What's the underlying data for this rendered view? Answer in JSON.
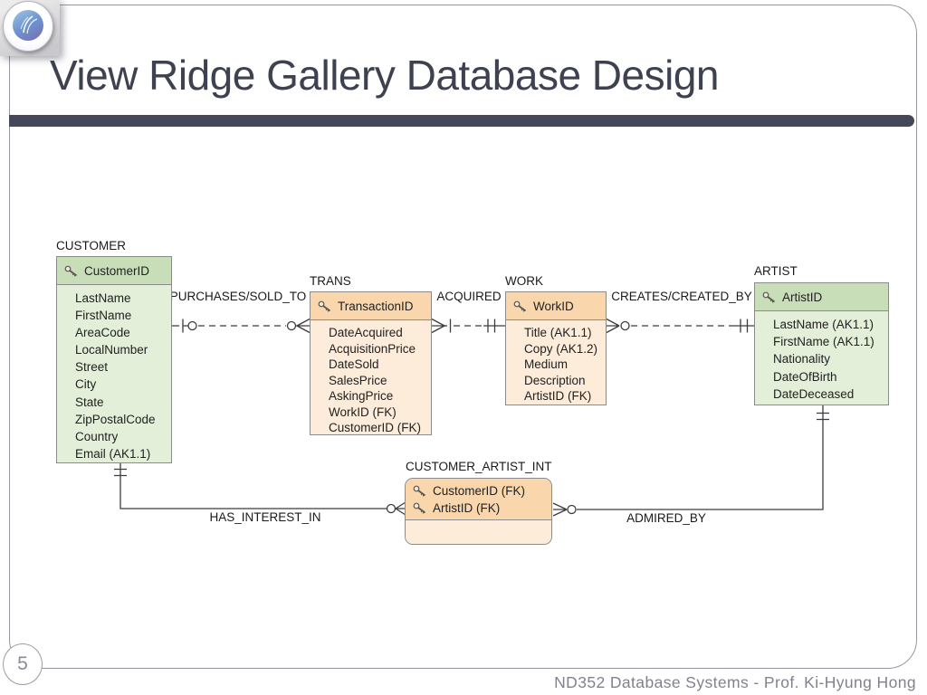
{
  "slide": {
    "title": "View Ridge Gallery Database Design",
    "page_number": "5",
    "footer": "ND352 Database Systems - Prof. Ki-Hyung Hong"
  },
  "colors": {
    "title_text": "#3e4150",
    "divider_bar": "#454858",
    "green_header": "#c8deb8",
    "green_body": "#e3efd8",
    "orange_header": "#f9d6ac",
    "orange_body": "#fcecd9",
    "entity_border": "#8b8b8b",
    "line_color": "#3c3c3c",
    "footer_text": "#82828e"
  },
  "diagram": {
    "entities": [
      {
        "name": "CUSTOMER",
        "color": "green",
        "keys": [
          "CustomerID"
        ],
        "fields": [
          "LastName",
          "FirstName",
          "AreaCode",
          "LocalNumber",
          "Street",
          "City",
          "State",
          "ZipPostalCode",
          "Country",
          "Email (AK1.1)"
        ]
      },
      {
        "name": "TRANS",
        "color": "orange",
        "keys": [
          "TransactionID"
        ],
        "fields": [
          "DateAcquired",
          "AcquisitionPrice",
          "DateSold",
          "SalesPrice",
          "AskingPrice",
          "WorkID (FK)",
          "CustomerID (FK)"
        ]
      },
      {
        "name": "WORK",
        "color": "orange",
        "keys": [
          "WorkID"
        ],
        "fields": [
          "Title (AK1.1)",
          "Copy (AK1.2)",
          "Medium",
          "Description",
          "ArtistID (FK)"
        ]
      },
      {
        "name": "ARTIST",
        "color": "green",
        "keys": [
          "ArtistID"
        ],
        "fields": [
          "LastName (AK1.1)",
          "FirstName (AK1.1)",
          "Nationality",
          "DateOfBirth",
          "DateDeceased"
        ]
      },
      {
        "name": "CUSTOMER_ARTIST_INT",
        "color": "orange",
        "keys": [
          "CustomerID (FK)",
          "ArtistID (FK)"
        ],
        "fields": []
      }
    ],
    "relationships": [
      {
        "label": "PURCHASES/SOLD_TO",
        "from": "CUSTOMER",
        "to": "TRANS",
        "style": "dashed",
        "from_cardinality": "zero-or-one",
        "to_cardinality": "zero-or-many"
      },
      {
        "label": "ACQUIRED",
        "from": "WORK",
        "to": "TRANS",
        "style": "dashed",
        "from_cardinality": "exactly-one",
        "to_cardinality": "one-or-many"
      },
      {
        "label": "CREATES/CREATED_BY",
        "from": "ARTIST",
        "to": "WORK",
        "style": "dashed",
        "from_cardinality": "exactly-one",
        "to_cardinality": "zero-or-many"
      },
      {
        "label": "HAS_INTEREST_IN",
        "from": "CUSTOMER",
        "to": "CUSTOMER_ARTIST_INT",
        "style": "solid",
        "from_cardinality": "exactly-one",
        "to_cardinality": "zero-or-many"
      },
      {
        "label": "ADMIRED_BY",
        "from": "ARTIST",
        "to": "CUSTOMER_ARTIST_INT",
        "style": "solid",
        "from_cardinality": "exactly-one",
        "to_cardinality": "zero-or-many"
      }
    ]
  }
}
